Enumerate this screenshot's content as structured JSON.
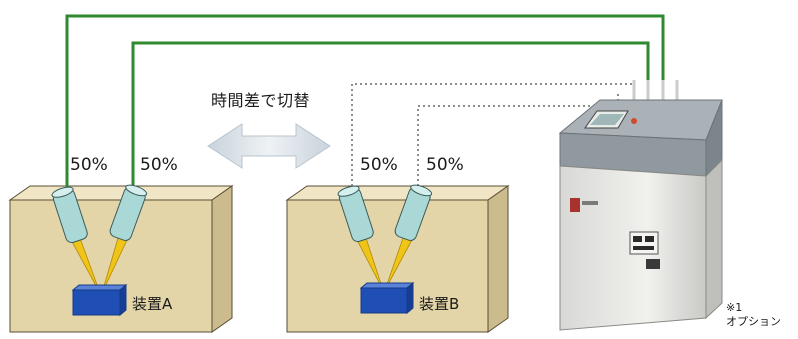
{
  "caption": "時間差で切替",
  "device_a": {
    "label": "装置A",
    "split_left": "50%",
    "split_right": "50%"
  },
  "device_b": {
    "label": "装置B",
    "split_left": "50%",
    "split_right": "50%"
  },
  "note": {
    "mark": "※1",
    "text": "オプション"
  },
  "colors": {
    "fiber_active": "#2f8a2f",
    "fiber_standby": "#8a8f88",
    "block_face": "#e4d5a9",
    "block_side": "#cbbb8d",
    "block_top": "#f0e6c6",
    "target": "#1f4fb5",
    "beam": "#f0c419",
    "head": "#a9d8d6",
    "machine_body": "#e6e6e2",
    "machine_top": "#aab2b8"
  }
}
